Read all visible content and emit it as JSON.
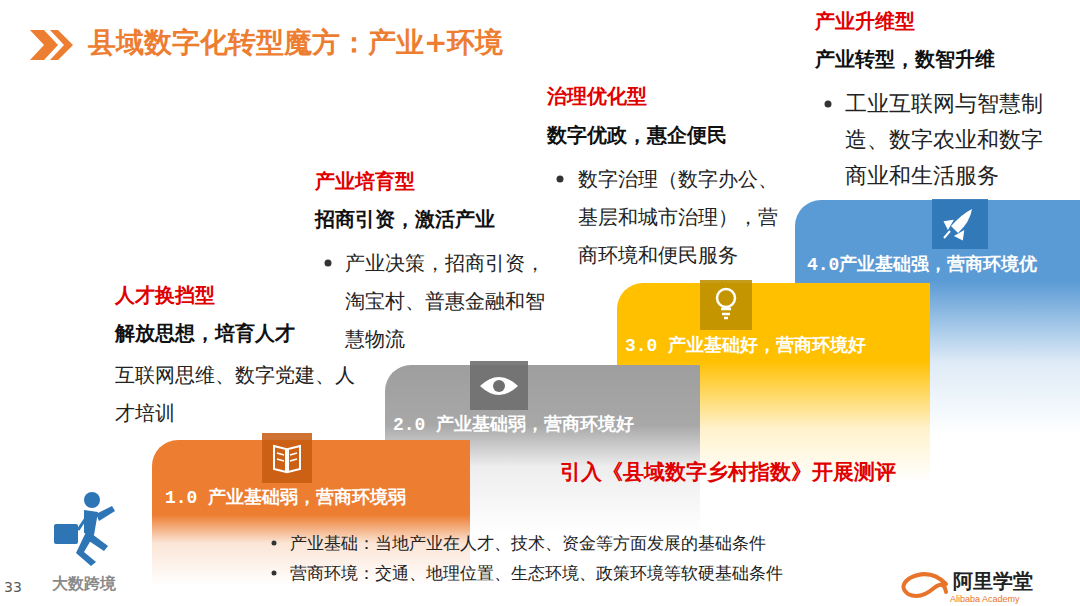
{
  "diagram": {
    "title": "县域数字化转型魔方：产业+环境",
    "nodes": [
      {
        "text": [
          "1.0 产业基础弱，营商环境弱"
        ]
      },
      {
        "text": [
          "2.0 产业基础弱，营商环境好"
        ]
      },
      {
        "text": [
          "3.0 产业基础好，营商环境好"
        ]
      },
      {
        "text": [
          "4.0产业基础强，营商环境优"
        ]
      }
    ],
    "labels": [
      "人才换挡型",
      "解放思想，培育人才",
      "互联网思维、数字党建、人才培训",
      "产业培育型",
      "招商引资，激活产业",
      "产业决策，招商引资，淘宝村、普惠金融和智慧物流",
      "治理优化型",
      "数字优政，惠企便民",
      "数字治理（数字办公、基层和城市治理），营商环境和便民服务",
      "产业升维型",
      "产业转型，数智升维",
      "工业互联网与智慧制造、数字农业和数字商业和生活服务",
      "引入《县域数字乡村指数》开展测评",
      "产业基础：当地产业在人才、技术、资金等方面发展的基础条件",
      "营商环境：交通、地理位置、生态环境、政策环境等软硬基础条件",
      "33",
      "大数跨境",
      "阿里学堂",
      "Alibaba Academy"
    ]
  }
}
